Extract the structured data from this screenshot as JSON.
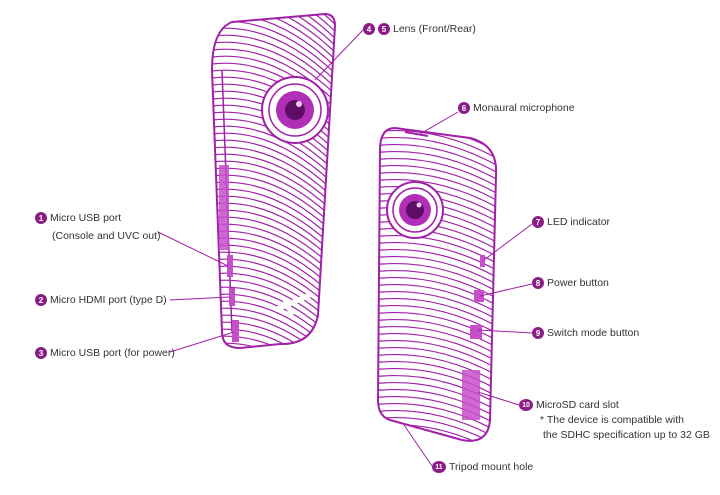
{
  "colors": {
    "accent": "#a020a8",
    "badge": "#8a1d86",
    "fill": "#c54fc9",
    "text": "#333333"
  },
  "callouts": [
    {
      "nums": [
        "1"
      ],
      "text": "Micro USB port",
      "sub": "(Console and UVC out)"
    },
    {
      "nums": [
        "2"
      ],
      "text": "Micro HDMI port (type D)"
    },
    {
      "nums": [
        "3"
      ],
      "text": "Micro USB port (for power)"
    },
    {
      "nums": [
        "4",
        "5"
      ],
      "text": "Lens (Front/Rear)"
    },
    {
      "nums": [
        "6"
      ],
      "text": "Monaural microphone"
    },
    {
      "nums": [
        "7"
      ],
      "text": "LED indicator"
    },
    {
      "nums": [
        "8"
      ],
      "text": "Power button"
    },
    {
      "nums": [
        "9"
      ],
      "text": "Switch mode button"
    },
    {
      "nums": [
        "10"
      ],
      "text": "MicroSD card slot",
      "note1": "* The device is compatible with",
      "note2": "the SDHC specification up to 32 GB"
    },
    {
      "nums": [
        "11"
      ],
      "text": "Tripod mount hole"
    }
  ]
}
